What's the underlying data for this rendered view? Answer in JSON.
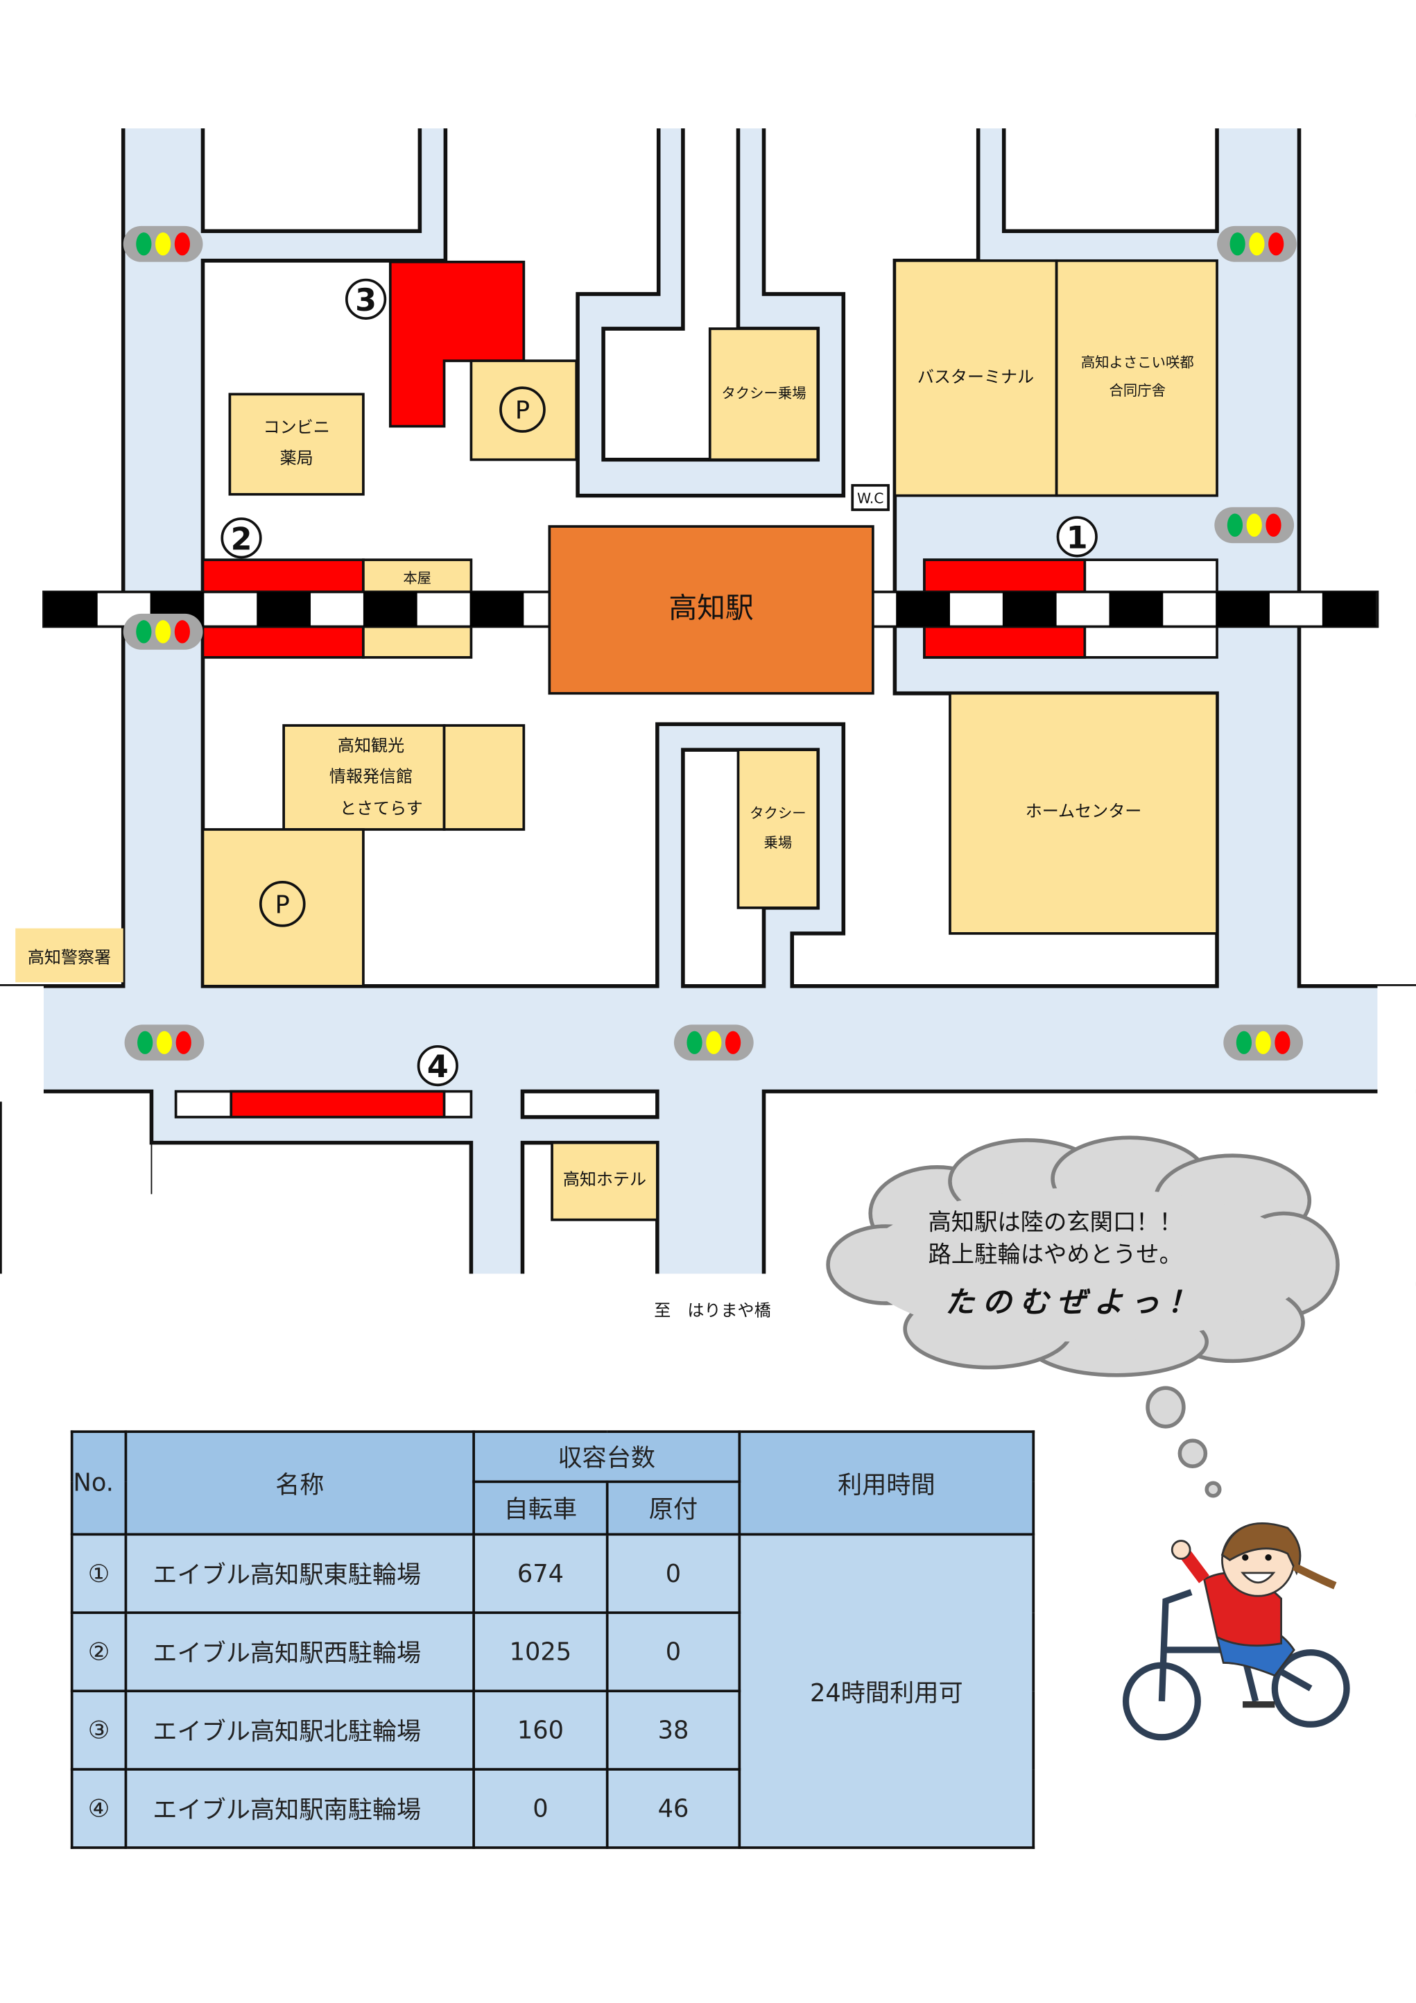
{
  "map": {
    "station": "高知駅",
    "bus_terminal": "バスターミナル",
    "gov_office": [
      "高知よさこい咲都",
      "合同庁舎"
    ],
    "taxi_north": "タクシー乗場",
    "taxi_south": [
      "タクシー",
      "乗場"
    ],
    "wc": "W.C",
    "convenience": [
      "コンビニ",
      "薬局"
    ],
    "bookstore": "本屋",
    "tourism": [
      "高知観光",
      "情報発信館",
      "とさてらす"
    ],
    "parking_symbol": "P",
    "home_center": "ホームセンター",
    "police": "高知警察署",
    "hotel": "高知ホテル",
    "direction": "至　はりまや橋",
    "markers": [
      "1",
      "2",
      "3",
      "4"
    ]
  },
  "speech": [
    "高知駅は陸の玄関口！！",
    "路上駐輪はやめとうせ。",
    "たのむぜよっ！"
  ],
  "table": {
    "headers": {
      "no": "No.",
      "name": "名称",
      "capacity": "収容台数",
      "bicycle": "自転車",
      "moped": "原付",
      "hours": "利用時間"
    },
    "rows": [
      {
        "no": "①",
        "name": "エイブル高知駅東駐輪場",
        "bicycle": "674",
        "moped": "0"
      },
      {
        "no": "②",
        "name": "エイブル高知駅西駐輪場",
        "bicycle": "1025",
        "moped": "0"
      },
      {
        "no": "③",
        "name": "エイブル高知駅北駐輪場",
        "bicycle": "160",
        "moped": "38"
      },
      {
        "no": "④",
        "name": "エイブル高知駅南駐輪場",
        "bicycle": "0",
        "moped": "46"
      }
    ],
    "hours_value": "24時間利用可"
  },
  "colors": {
    "road": "#dde9f5",
    "building": "#fde39a",
    "parking_area": "#ff0000",
    "station": "#ed7d31",
    "header": "#9dc3e6",
    "cell": "#bdd7ee"
  }
}
